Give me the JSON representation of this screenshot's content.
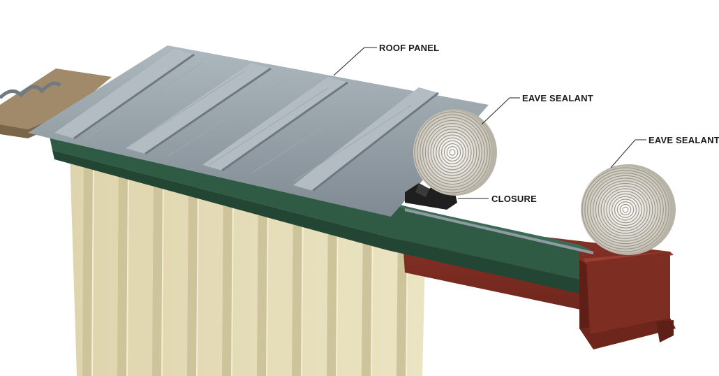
{
  "colors": {
    "roof_panel": "#8f9aa2",
    "roof_panel_light": "#b3bcc2",
    "roof_panel_dark": "#6e7880",
    "eave_trim": "#2f5a44",
    "eave_trim_dark": "#234534",
    "wall_panel": "#e4dcb4",
    "wall_panel_shade": "#cdc49c",
    "eave_strut": "#7e2d22",
    "eave_strut_dark": "#5e1f17",
    "sealant_roll": "#cfcbc0",
    "closure": "#1f1f1f",
    "insulation": "#a08a6a",
    "leader_line": "#222222"
  },
  "callouts": {
    "roof_panel": "ROOF PANEL",
    "eave_sealant_1": "EAVE SEALANT",
    "eave_sealant_2": "EAVE SEALANT",
    "closure": "CLOSURE"
  }
}
